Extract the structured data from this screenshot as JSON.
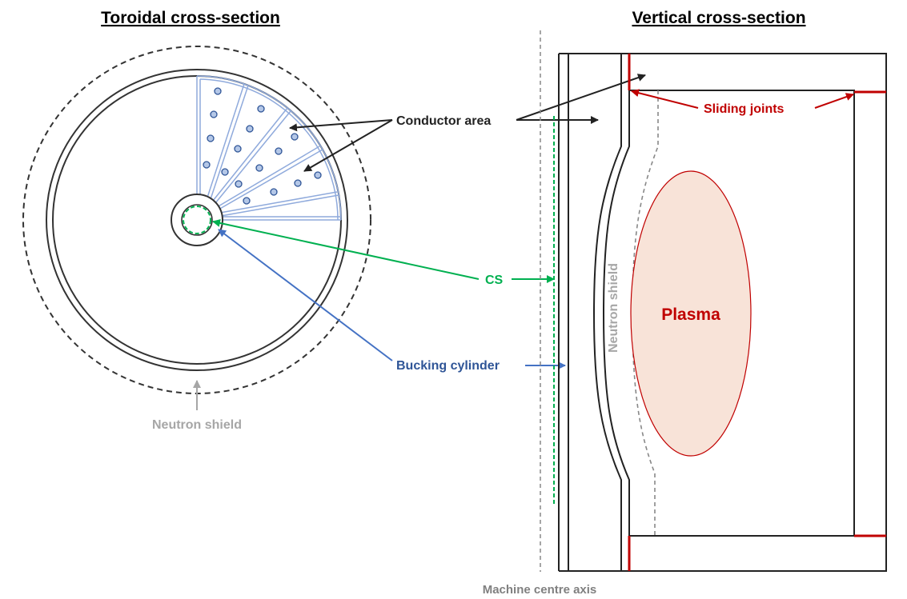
{
  "titles": {
    "left": "Toroidal cross-section",
    "right": "Vertical cross-section"
  },
  "labels": {
    "conductor_area": "Conductor area",
    "cs": "CS",
    "bucking_cylinder": "Bucking cylinder",
    "neutron_shield_left": "Neutron shield",
    "neutron_shield_rotated": "Neutron shield",
    "sliding_joints": "Sliding joints",
    "plasma": "Plasma",
    "machine_axis": "Machine centre axis"
  },
  "colors": {
    "black": "#222222",
    "cs_green": "#00b050",
    "bucking_blue": "#4472c4",
    "bucking_text": "#2f5597",
    "shield_gray": "#a6a6a6",
    "joint_red": "#c00000",
    "plasma_fill": "#f8e3d8",
    "plasma_edge": "#c00000",
    "conductor_blue": "#8faadc",
    "conductor_fill": "#b4c7e7",
    "conductor_edge": "#2f5597"
  }
}
